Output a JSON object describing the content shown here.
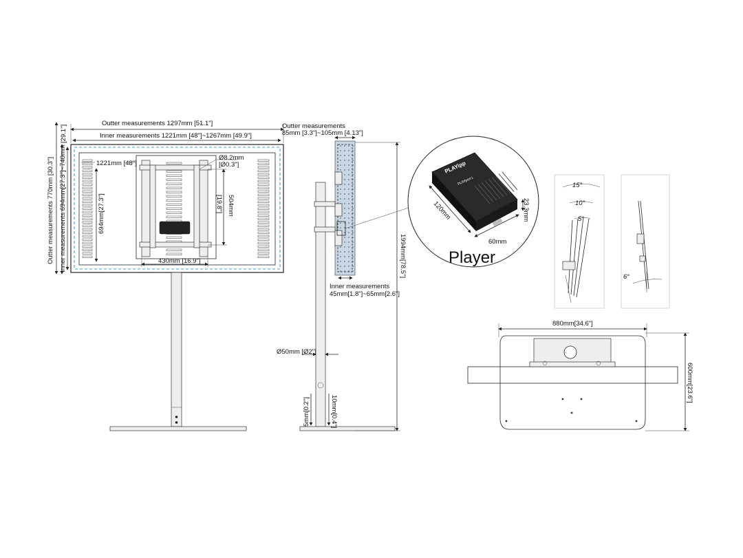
{
  "front_view": {
    "outer_width": "Outter measurements 1297mm [51.1\"]",
    "inner_width": "Inner measurements 1221mm [48\"]~1267mm [49.9\"]",
    "total_height": "[29.1\"]",
    "outer_height": "Outter measurements 770mm [30.3\"]",
    "inner_height": "Inner measurements  694mm[27.3\"]~740mm",
    "inner_width_small": "1221mm [48\"]",
    "inner_height_small": "694mm[27.3\"]",
    "hole_diameter_mm": "Ø8.2mm",
    "hole_diameter_in": "[Ø0.3\"]",
    "bracket_height_mm": "504mm",
    "bracket_height_in": "[19.8\"]",
    "bracket_width": "430mm [16.9\"]"
  },
  "side_view": {
    "outer_depth_title": "Outter measurements",
    "outer_depth_value": "85mm [3.3\"]~105mm [4.13\"]",
    "inner_depth_title": "Inner measurements",
    "inner_depth_value": "45mm[1.8\"]~65mm[2.6\"]",
    "total_height": "1994mm[78.5\"]",
    "pole_diameter": "Ø50mm [Ø2\"]",
    "base_gap": "5mm[0.2\"]",
    "base_thickness": "10mm[0.4\"]"
  },
  "player_callout": {
    "label": "Player",
    "length": "120mm",
    "width": "60mm",
    "height": "23.3mm",
    "brand": "PLAYipp",
    "device_text": "PLAYport L"
  },
  "tilt_view": {
    "angles": [
      "15°",
      "10°",
      "5°"
    ],
    "angle_small": "6°"
  },
  "base_view": {
    "width": "880mm[34.6\"]",
    "depth": "600mm[23.6\"]"
  }
}
